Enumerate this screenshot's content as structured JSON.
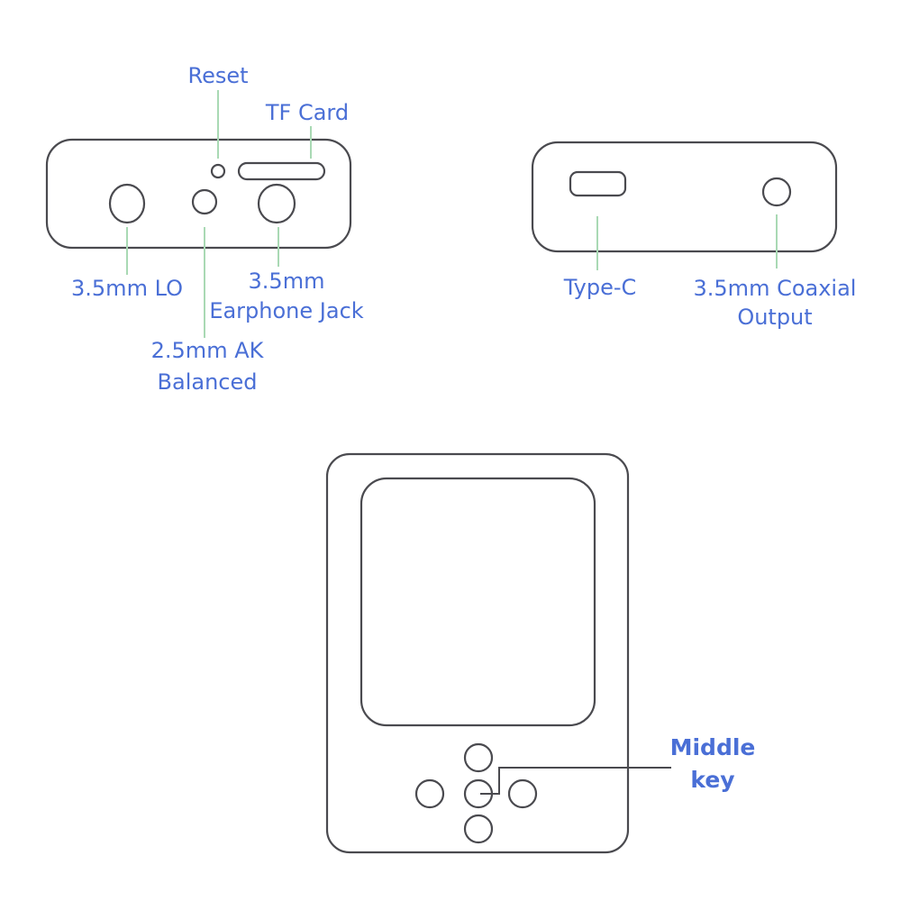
{
  "front_panel": {
    "labels": {
      "reset": "Reset",
      "tf_card": "TF Card",
      "lo": "3.5mm LO",
      "earphone_line1": "3.5mm",
      "earphone_line2": "Earphone Jack",
      "balanced_line1": "2.5mm AK",
      "balanced_line2": "Balanced"
    }
  },
  "back_panel": {
    "labels": {
      "type_c": "Type-C",
      "coaxial_line1": "3.5mm Coaxial",
      "coaxial_line2": "Output"
    }
  },
  "device": {
    "labels": {
      "middle_key_line1": "Middle",
      "middle_key_line2": "key"
    }
  },
  "colors": {
    "label": "#4a6fd6",
    "leader": "#a9d9b4",
    "outline": "#4a4a4f"
  }
}
